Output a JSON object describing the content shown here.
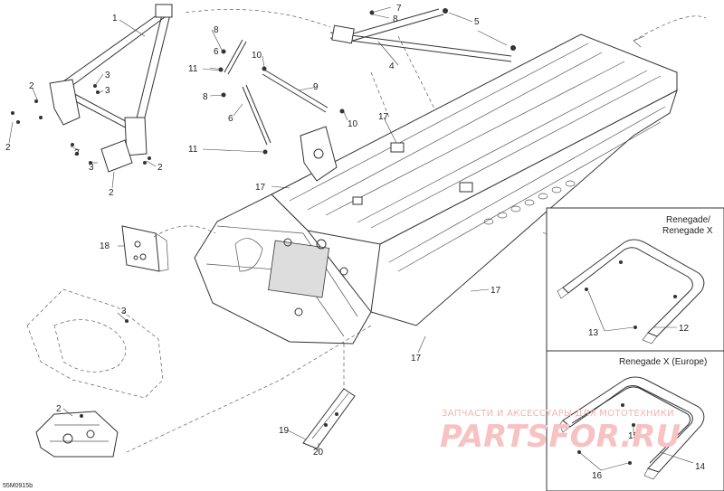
{
  "diagram": {
    "callouts": {
      "c1": "1",
      "c2": "2",
      "c3": "3",
      "c4": "4",
      "c5": "5",
      "c6": "6",
      "c7": "7",
      "c8": "8",
      "c9": "9",
      "c10": "10",
      "c11": "11",
      "c12": "12",
      "c13": "13",
      "c14": "14",
      "c15": "15",
      "c16": "16",
      "c17": "17",
      "c18": "18",
      "c19": "19",
      "c20": "20"
    },
    "insets": {
      "renegade_title_line1": "Renegade/",
      "renegade_title_line2": "Renegade X",
      "europe_title": "Renegade X (Europe)"
    },
    "figure_code": "55M0915b",
    "watermark": {
      "tagline": "ЗАПЧАСТИ И АКСЕССУАРЫ ДЛЯ МОТОТЕХНИКИ",
      "brand": "PARTSFOR.RU"
    }
  }
}
